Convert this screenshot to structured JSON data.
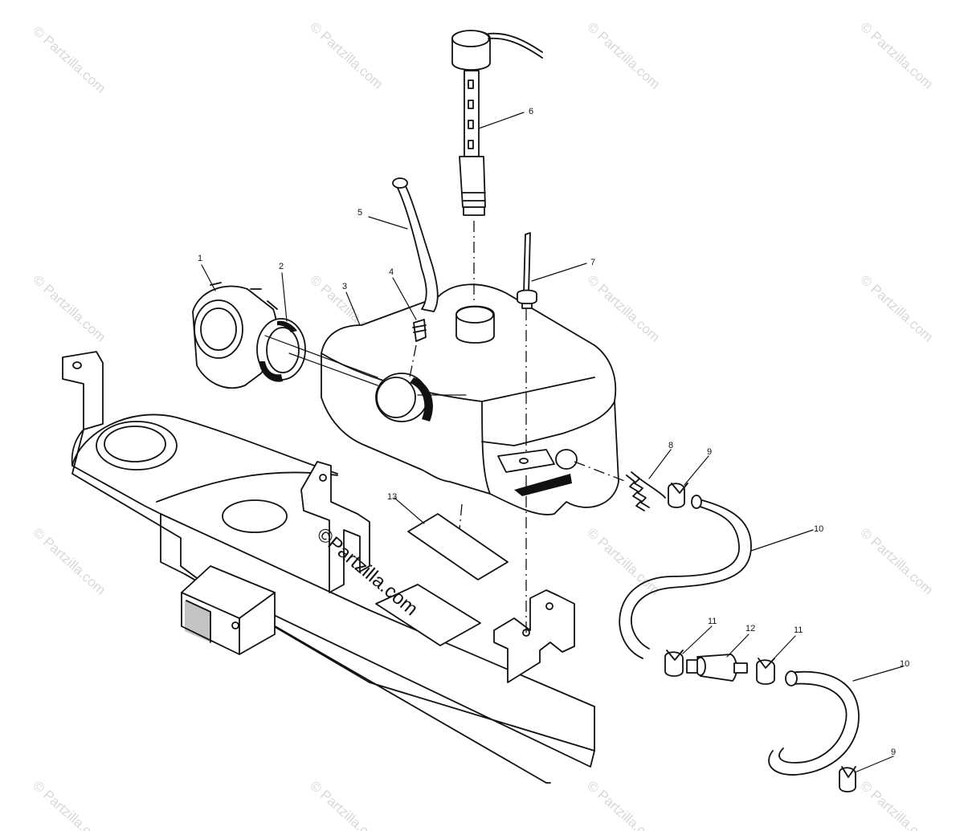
{
  "watermark": {
    "text": "© Partzilla.com",
    "center_text": "©Partzilla.com"
  },
  "callouts": {
    "c1": "1",
    "c2": "2",
    "c3": "3",
    "c4": "4",
    "c5": "5",
    "c6": "6",
    "c7": "7",
    "c8": "8",
    "c9a": "9",
    "c9b": "9",
    "c10a": "10",
    "c10b": "10",
    "c11a": "11",
    "c11b": "11",
    "c12": "12",
    "c13": "13"
  }
}
